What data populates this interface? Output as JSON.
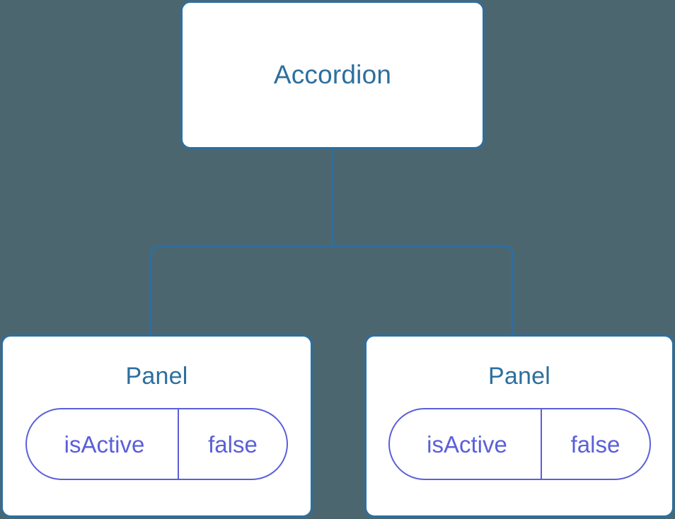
{
  "diagram": {
    "type": "component-tree",
    "background_color": "#4c6670",
    "node_border_color": "#2d6f9e",
    "node_fill_color": "#ffffff",
    "node_title_color": "#2d6f9e",
    "state_pill_color": "#5b5fd9",
    "connector_color": "#2d6f9e",
    "root": {
      "title": "Accordion"
    },
    "children": [
      {
        "title": "Panel",
        "state": {
          "key": "isActive",
          "value": "false"
        }
      },
      {
        "title": "Panel",
        "state": {
          "key": "isActive",
          "value": "false"
        }
      }
    ]
  }
}
